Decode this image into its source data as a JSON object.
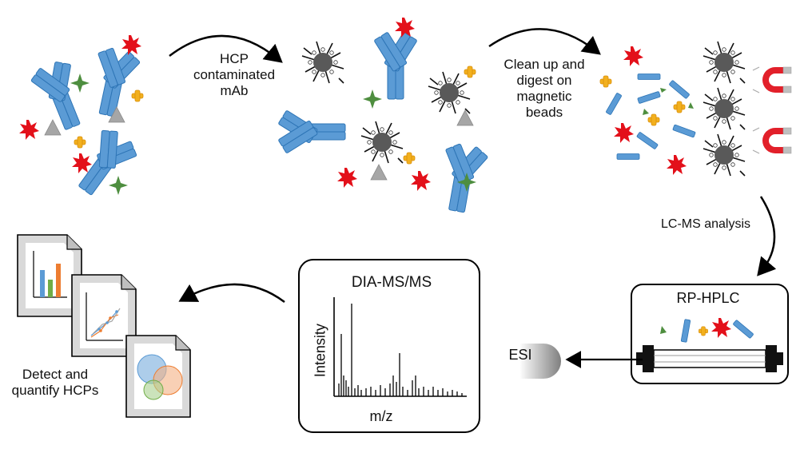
{
  "steps": {
    "hcp_contaminated": "HCP\ncontaminated\nmAb",
    "cleanup_digest": "Clean up and\ndigest on\nmagnetic\nbeads",
    "lcms": "LC-MS analysis",
    "esi": "ESI",
    "detect_quantify": "Detect and\nquantify HCPs"
  },
  "panels": {
    "dia_title": "DIA-MS/MS",
    "rp_title": "RP-HPLC",
    "intensity_label": "Intensity",
    "mz_label": "m/z"
  },
  "colors": {
    "antibody": "#5b9bd5",
    "antibody_stroke": "#2e75b6",
    "hcp_red": "#e3101a",
    "hcp_green": "#4e8e3f",
    "hcp_yellow": "#f2b01e",
    "hcp_gray": "#a6a6a6",
    "bead": "#595959",
    "magnet": "#e2202a"
  }
}
